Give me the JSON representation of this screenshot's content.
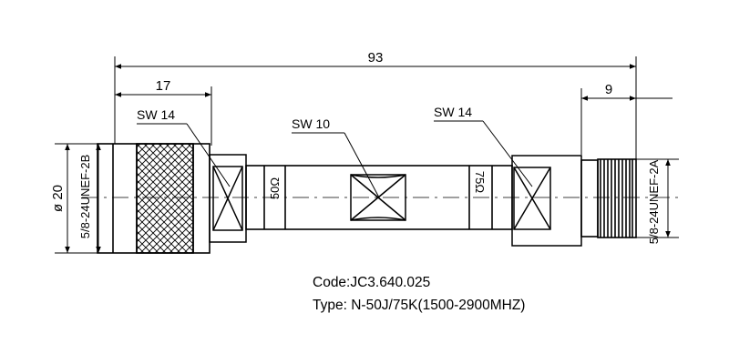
{
  "dimensions": {
    "overall_length": "93",
    "left_body_length": "17",
    "right_body_length": "9",
    "diameter": "ø 20"
  },
  "labels": {
    "sw_left": "SW 14",
    "sw_center": "SW 10",
    "sw_right": "SW 14",
    "impedance_left": "50Ω",
    "impedance_right": "75Ω",
    "thread_left": "5/8-24UNEF-2B",
    "thread_right": "5/8-24UNEF-2A"
  },
  "info": {
    "code": "Code:JC3.640.025",
    "type": "Type: N-50J/75K(1500-2900MHZ)"
  }
}
